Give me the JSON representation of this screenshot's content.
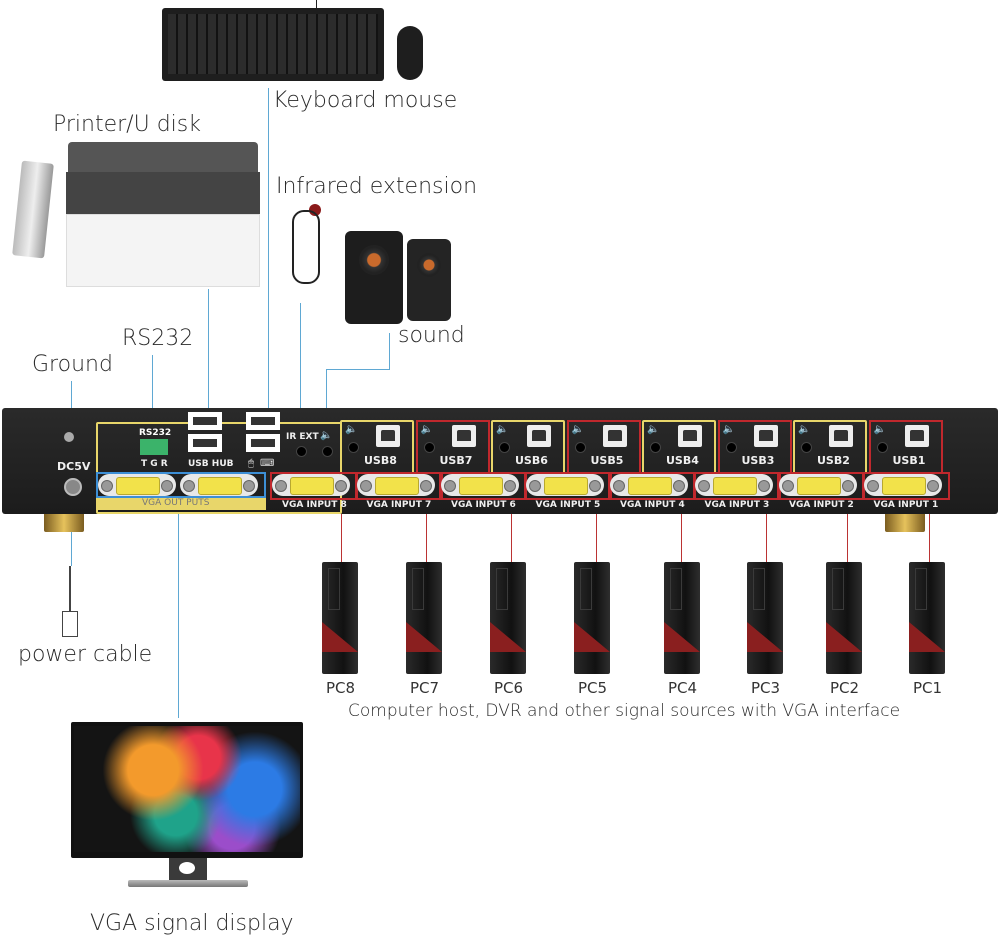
{
  "diagram": {
    "title_labels": {
      "keyboard_mouse": "Keyboard mouse",
      "printer_udisk": "Printer/U disk",
      "infrared_extension": "Infrared extension",
      "sound": "sound",
      "rs232": "RS232",
      "ground": "Ground",
      "power_cable": "power cable",
      "vga_signal_display": "VGA signal display",
      "sources_caption": "Computer host, DVR and other signal sources with VGA interface"
    },
    "device_panel": {
      "dc_label": "DC5V",
      "rs232_label": "RS232",
      "rs232_pins": "T G R",
      "usb_hub_label": "USB HUB",
      "ir_ext_label": "IR EXT",
      "vga_outputs_label": "VGA OUT PUTS",
      "usb_ports": [
        "USB8",
        "USB7",
        "USB6",
        "USB5",
        "USB4",
        "USB3",
        "USB2",
        "USB1"
      ],
      "vga_inputs": [
        "VGA INPUT 8",
        "VGA INPUT 7",
        "VGA INPUT 6",
        "VGA INPUT 5",
        "VGA INPUT 4",
        "VGA INPUT 3",
        "VGA INPUT 2",
        "VGA INPUT 1"
      ]
    },
    "pcs": [
      "PC8",
      "PC7",
      "PC6",
      "PC5",
      "PC4",
      "PC3",
      "PC2",
      "PC1"
    ],
    "colors": {
      "connector_line": "#5fa8d3",
      "pc_line": "#b33333",
      "highlight_red": "#c0282d",
      "highlight_yellow": "#e8d66a",
      "vga_output_box": "#3d8fd6"
    }
  }
}
